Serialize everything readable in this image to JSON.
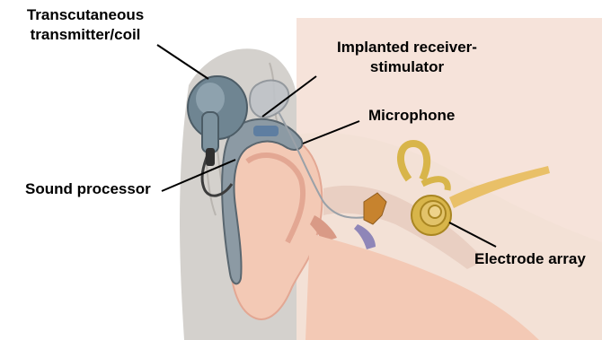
{
  "labels": {
    "transmitter": {
      "line1": "Transcutaneous",
      "line2": "transmitter/coil"
    },
    "receiver": {
      "line1": "Implanted receiver-",
      "line2": "stimulator"
    },
    "microphone": "Microphone",
    "processor": "Sound processor",
    "electrode": "Electrode array"
  },
  "colors": {
    "skin": "#f3c9b5",
    "skin_shadow": "#e3a793",
    "hair": "#c9c6c2",
    "device": "#8c9aa4",
    "device_dark": "#59666f",
    "coil": "#6f8592",
    "bone": "#f4e7dd",
    "cochlea": "#d8b54a",
    "cochlea_dark": "#a98622",
    "nerve": "#e9c068",
    "eardrum": "#8f86b8",
    "ossicle": "#c7832e",
    "leader_line": "#000000"
  }
}
